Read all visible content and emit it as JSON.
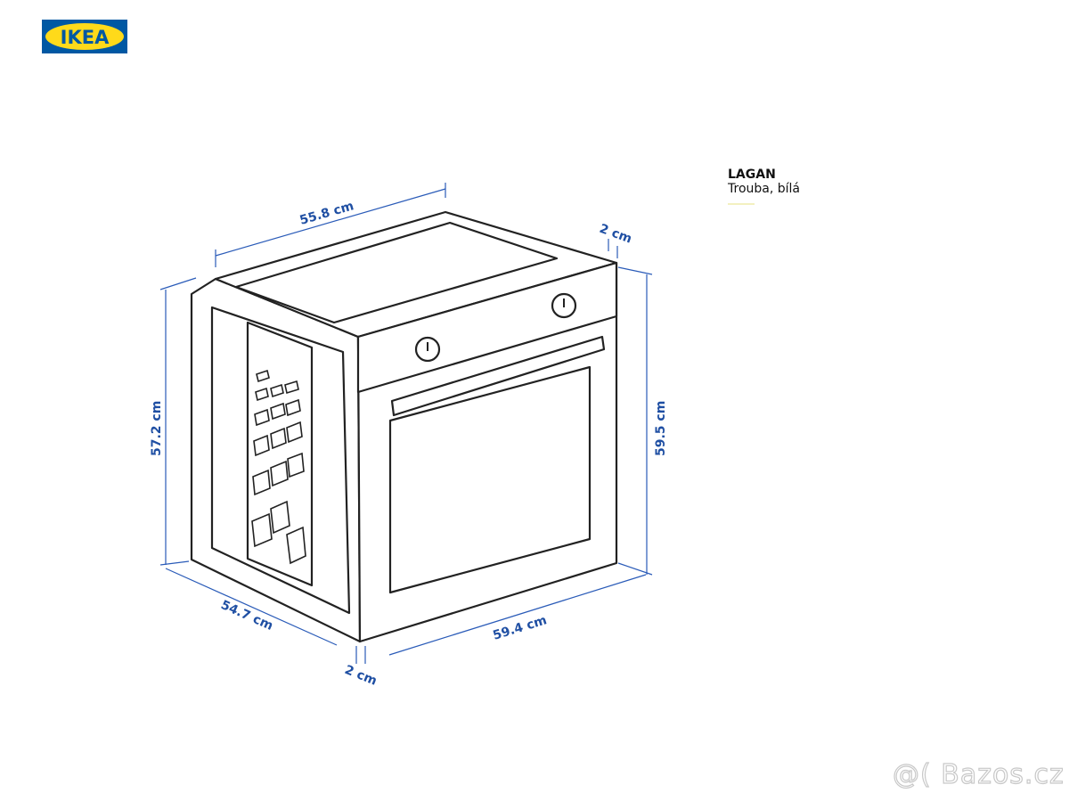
{
  "logo": {
    "text": "IKEA",
    "colors": {
      "blue": "#0058a3",
      "yellow": "#ffda1a"
    }
  },
  "product": {
    "name": "LAGAN",
    "description": "Trouba, bílá"
  },
  "dimensions": {
    "top_width": "55.8 cm",
    "side_height": "57.2 cm",
    "side_depth": "54.7 cm",
    "front_width": "59.4 cm",
    "front_height": "59.5 cm",
    "door_offset_top": "2 cm",
    "door_offset_bottom": "2 cm"
  },
  "dimension_color": "#1f4fa3",
  "watermark": "@( Bazos.cz"
}
